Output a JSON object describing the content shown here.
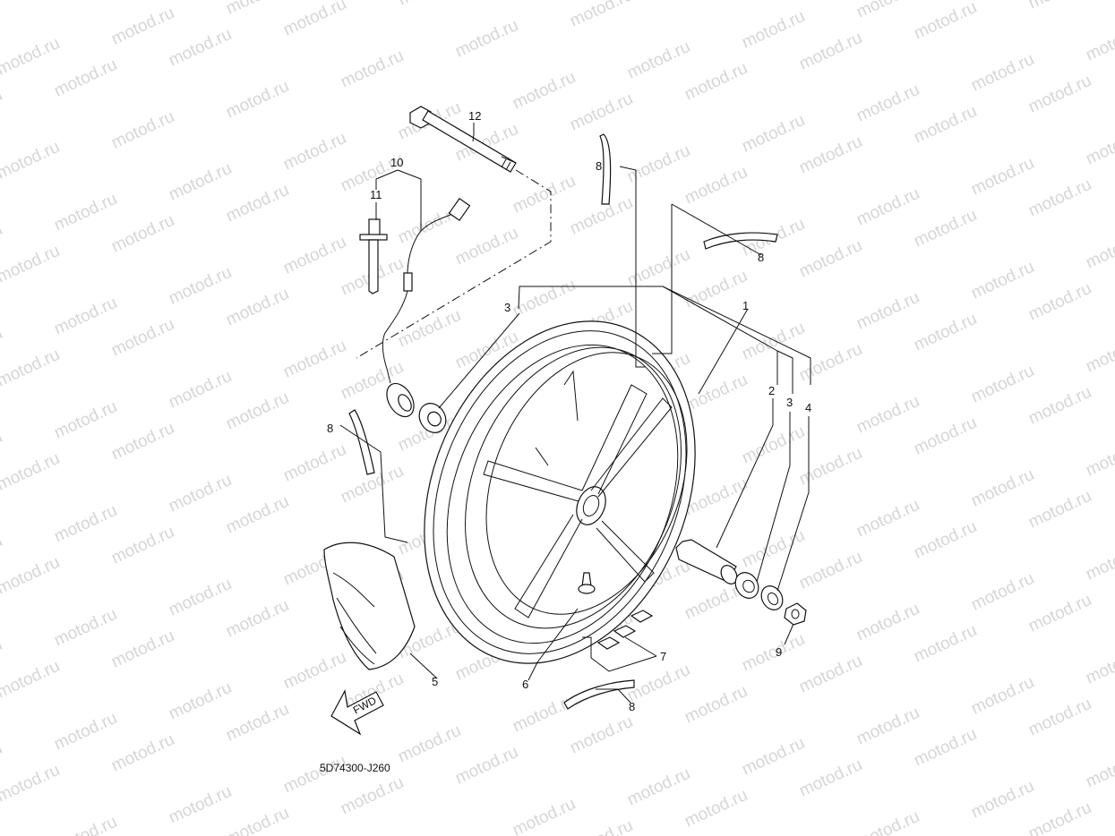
{
  "watermark": "motod.ru",
  "callouts": {
    "c1": "1",
    "c2": "2",
    "c3a": "3",
    "c3b": "3",
    "c4": "4",
    "c5": "5",
    "c6": "6",
    "c7": "7",
    "c8a": "8",
    "c8b": "8",
    "c8c": "8",
    "c8d": "8",
    "c9": "9",
    "c10": "10",
    "c11": "11",
    "c12": "12"
  },
  "fwd_label": "FWD",
  "diagram_code": "5D74300-J260"
}
